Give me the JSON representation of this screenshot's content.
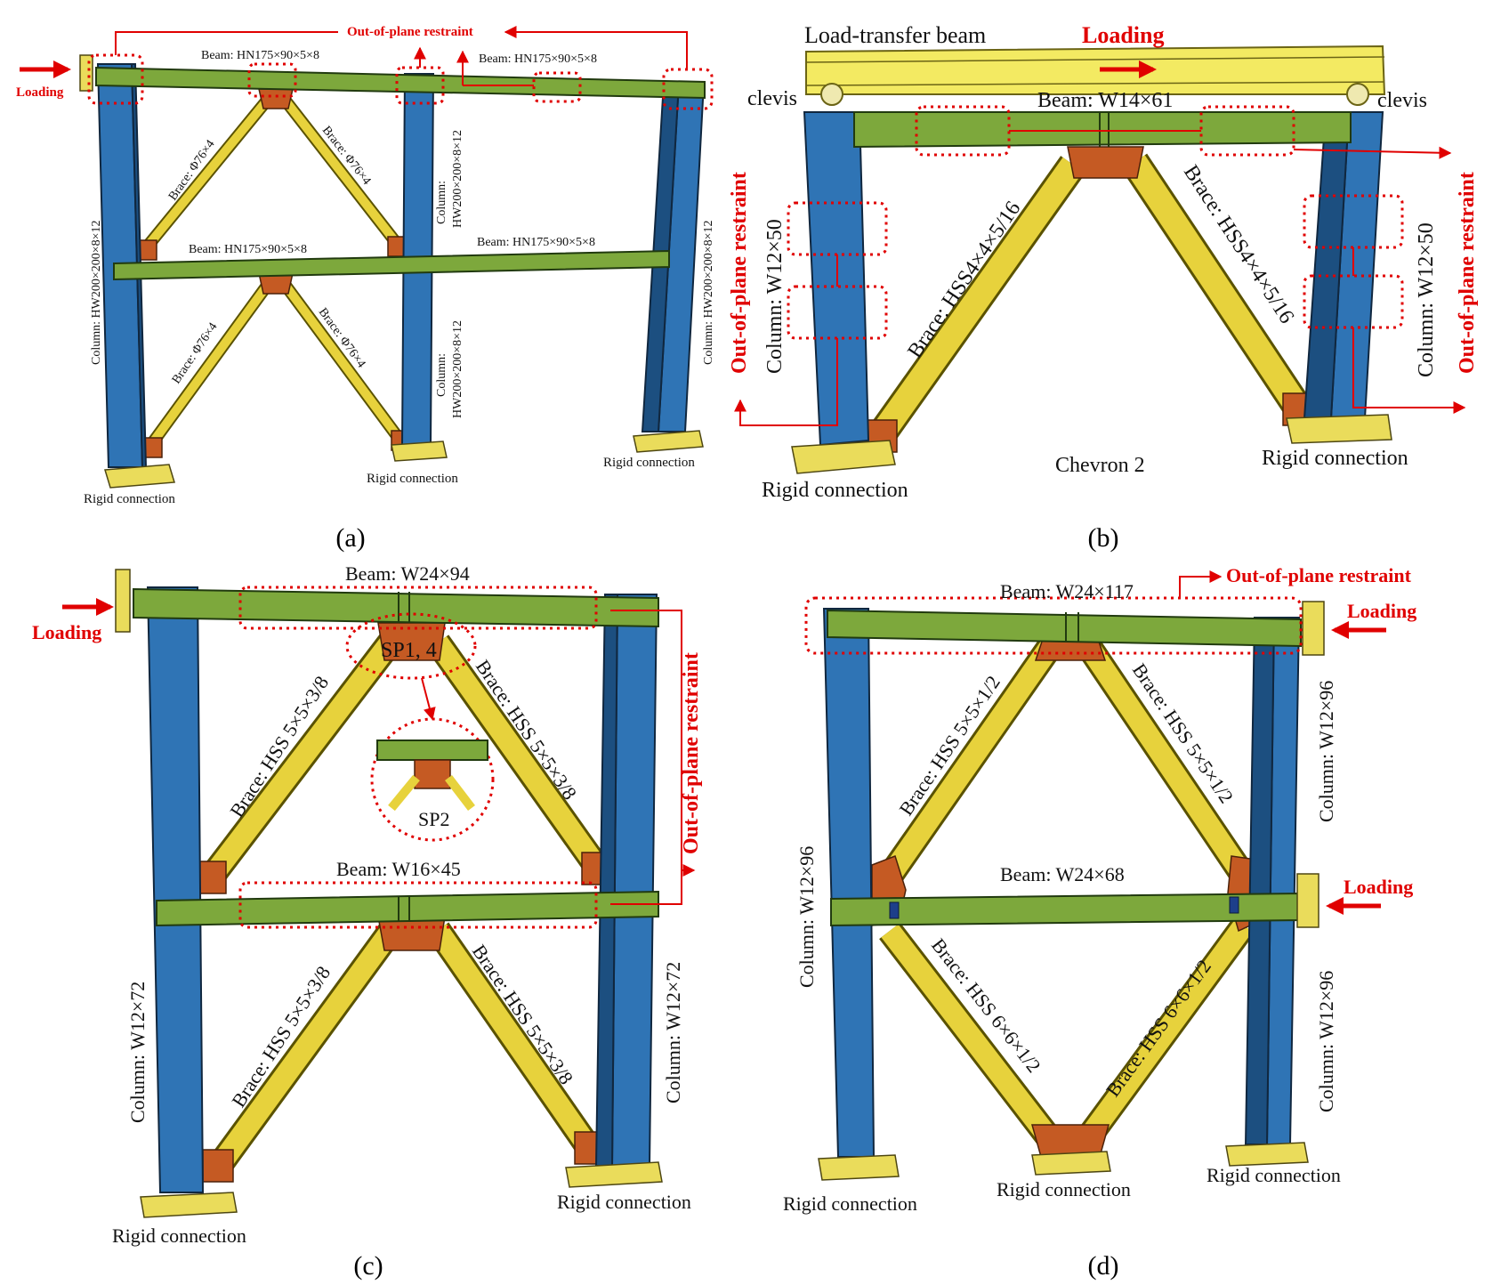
{
  "panel_a": {
    "caption": "(a)",
    "loading": "Loading",
    "restraint": "Out-of-plane restraint",
    "beam_top_left": "Beam: HN175×90×5×8",
    "beam_top_right": "Beam: HN175×90×5×8",
    "beam_mid_left": "Beam: HN175×90×5×8",
    "beam_mid_right": "Beam: HN175×90×5×8",
    "brace_1": "Brace: Φ76×4",
    "brace_2": "Brace: Φ76×4",
    "brace_3": "Brace: Φ76×4",
    "brace_4": "Brace: Φ76×4",
    "column_left": "Column: HW200×200×8×12",
    "column_mid_upper_1": "Column:",
    "column_mid_upper_2": "HW200×200×8×12",
    "column_mid_lower_1": "HW200×200×8×12",
    "column_mid_lower_2": "Column:",
    "column_right": "Column: HW200×200×8×12",
    "rigid_1": "Rigid connection",
    "rigid_2": "Rigid connection",
    "rigid_3": "Rigid connection"
  },
  "panel_b": {
    "caption": "(b)",
    "load_transfer_beam": "Load-transfer beam",
    "loading": "Loading",
    "clevis_left": "clevis",
    "clevis_right": "clevis",
    "beam": "Beam: W14×61",
    "restraint_left": "Out-of-plane restraint",
    "restraint_right": "Out-of-plane restraint",
    "column_left": "Column: W12×50",
    "column_right": "Column: W12×50",
    "brace_left": "Brace: HSS4×4×5/16",
    "brace_right": "Brace: HSS4×4×5/16",
    "chevron": "Chevron 2",
    "rigid_left": "Rigid connection",
    "rigid_right": "Rigid connection"
  },
  "panel_c": {
    "caption": "(c)",
    "loading": "Loading",
    "beam_top": "Beam: W24×94",
    "beam_mid": "Beam: W16×45",
    "restraint": "Out-of-plane restraint",
    "sp1": "SP1, 4",
    "sp2": "SP2",
    "brace_ul": "Brace: HSS 5×5×3/8",
    "brace_ur": "Brace: HSS 5×5×3/8",
    "brace_ll": "Brace: HSS 5×5×3/8",
    "brace_lr": "Brace: HSS 5×5×3/8",
    "column_left": "Column: W12×72",
    "column_right": "Column: W12×72",
    "rigid_left": "Rigid connection",
    "rigid_right": "Rigid connection"
  },
  "panel_d": {
    "caption": "(d)",
    "beam_top": "Beam: W24×117",
    "beam_mid": "Beam: W24×68",
    "restraint": "Out-of-plane restraint",
    "loading_top": "Loading",
    "loading_mid": "Loading",
    "brace_ul": "Brace: HSS 5×5×1/2",
    "brace_ur": "Brace: HSS 5×5×1/2",
    "brace_ll": "Brace: HSS 6×6×1/2",
    "brace_lr": "Brace: HSS 6×6×1/2",
    "column_left": "Column: W12×96",
    "column_right_upper": "Column: W12×96",
    "column_right_lower": "Column: W12×96",
    "rigid_left": "Rigid connection",
    "rigid_mid": "Rigid connection",
    "rigid_right": "Rigid connection"
  },
  "colors": {
    "column": "#2f74b5",
    "beam": "#7da83c",
    "brace": "#e7d23c",
    "gusset": "#c55a23",
    "annotation": "#e00000"
  }
}
